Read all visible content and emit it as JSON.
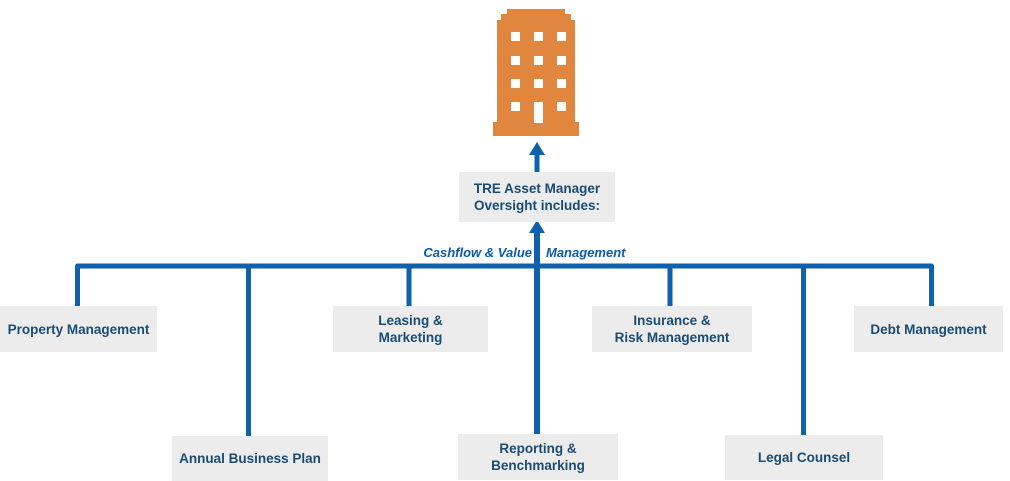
{
  "colors": {
    "line-blue": "#1060AC",
    "navy": "#1A4C74",
    "caption-blue": "#0B5BB0",
    "box-gray": "#ECECEC",
    "orange": "#E0863E"
  },
  "icons": {
    "building": "office-building-icon"
  },
  "root_box": {
    "label": "TRE Asset Manager\nOversight includes:"
  },
  "caption": {
    "left": "Cashflow & Value",
    "right": "Management"
  },
  "branches": [
    {
      "label": "Property Management"
    },
    {
      "label": "Annual Business Plan"
    },
    {
      "label": "Leasing &\nMarketing"
    },
    {
      "label": "Reporting &\nBenchmarking"
    },
    {
      "label": "Insurance &\nRisk Management"
    },
    {
      "label": "Legal Counsel"
    },
    {
      "label": "Debt Management"
    }
  ]
}
